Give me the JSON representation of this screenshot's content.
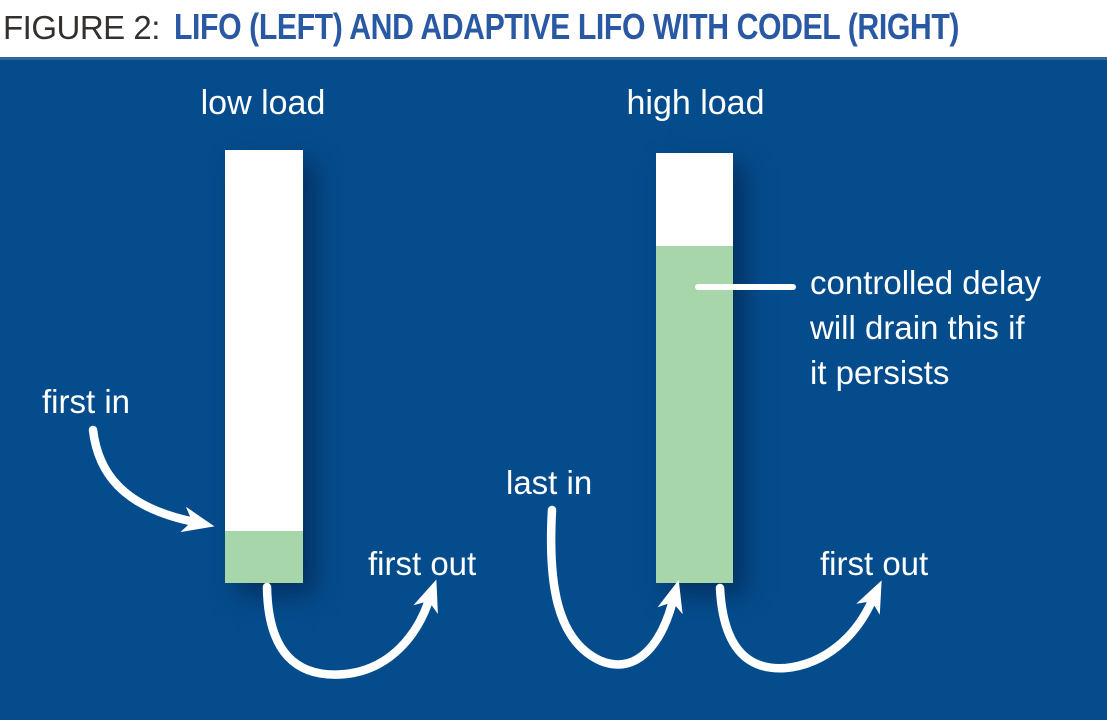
{
  "page": {
    "title_prefix": "FIGURE 2:",
    "title_main": "LIFO (LEFT) AND ADAPTIVE LIFO WITH CODEL (RIGHT)"
  },
  "colors": {
    "panel_blue": "#054c8d",
    "panel_top_edge": "#36659d",
    "queue_empty_white": "#ffffff",
    "queue_fill_green": "#a6d6a9",
    "title_accent_blue": "#2a59a4",
    "title_prefix_dark": "#33302d",
    "label_text": "#ffffff"
  },
  "diagram": {
    "left": {
      "heading": "low load",
      "labels": {
        "first_in": "first in",
        "first_out": "first out"
      }
    },
    "right": {
      "heading": "high load",
      "labels": {
        "last_in": "last in",
        "first_out": "first out"
      },
      "annotation_lines": [
        "controlled delay",
        "will drain this if",
        "it persists"
      ]
    }
  }
}
